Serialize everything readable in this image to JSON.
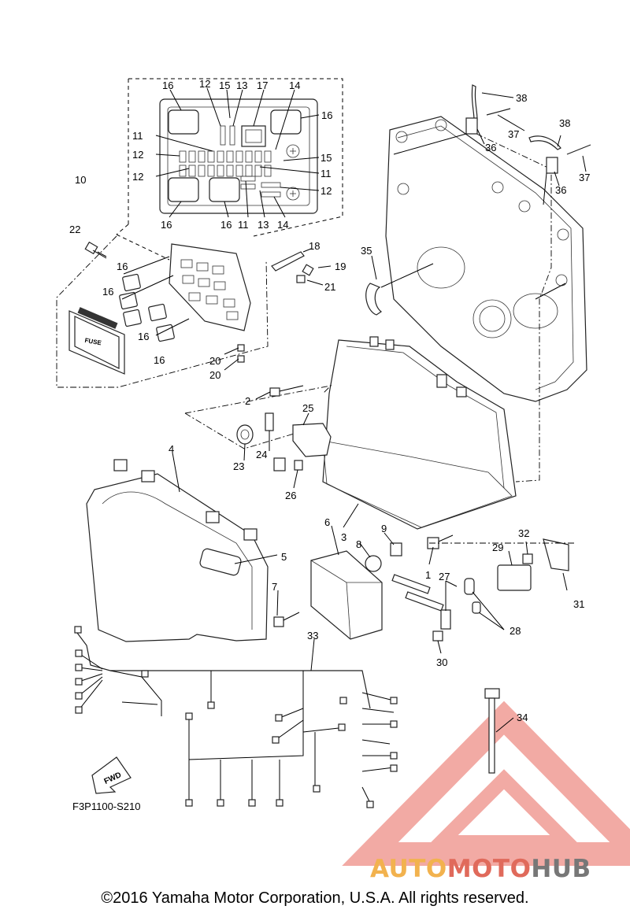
{
  "diagram": {
    "drawing_code": "F3P1100-S210",
    "copyright": "©2016 Yamaha Motor Corporation, U.S.A. All rights reserved.",
    "fuse_label": "FUSE",
    "fwd_label": "FWD",
    "callouts": {
      "c1": "1",
      "c2": "2",
      "c3": "3",
      "c4": "4",
      "c5": "5",
      "c6": "6",
      "c7": "7",
      "c8": "8",
      "c9": "9",
      "c10": "10",
      "c11a": "11",
      "c11b": "11",
      "c11c": "11",
      "c12a": "12",
      "c12b": "12",
      "c12c": "12",
      "c12d": "12",
      "c13a": "13",
      "c13b": "13",
      "c14a": "14",
      "c14b": "14",
      "c15a": "15",
      "c15b": "15",
      "c16a": "16",
      "c16b": "16",
      "c16c": "16",
      "c16d": "16",
      "c16e": "16",
      "c16f": "16",
      "c16g": "16",
      "c16h": "16",
      "c17": "17",
      "c18": "18",
      "c19": "19",
      "c20a": "20",
      "c20b": "20",
      "c21": "21",
      "c22": "22",
      "c23": "23",
      "c24": "24",
      "c25": "25",
      "c26": "26",
      "c27": "27",
      "c28": "28",
      "c29": "29",
      "c30": "30",
      "c31": "31",
      "c32": "32",
      "c33": "33",
      "c34": "34",
      "c35": "35",
      "c36a": "36",
      "c36b": "36",
      "c37a": "37",
      "c37b": "37",
      "c38a": "38",
      "c38b": "38"
    }
  },
  "watermark": {
    "part1": "AUTO",
    "part2": "MOTO",
    "part3": "HUB",
    "colors": {
      "auto": "#f2b24e",
      "moto": "#e06a5b",
      "hub": "#777777"
    }
  }
}
